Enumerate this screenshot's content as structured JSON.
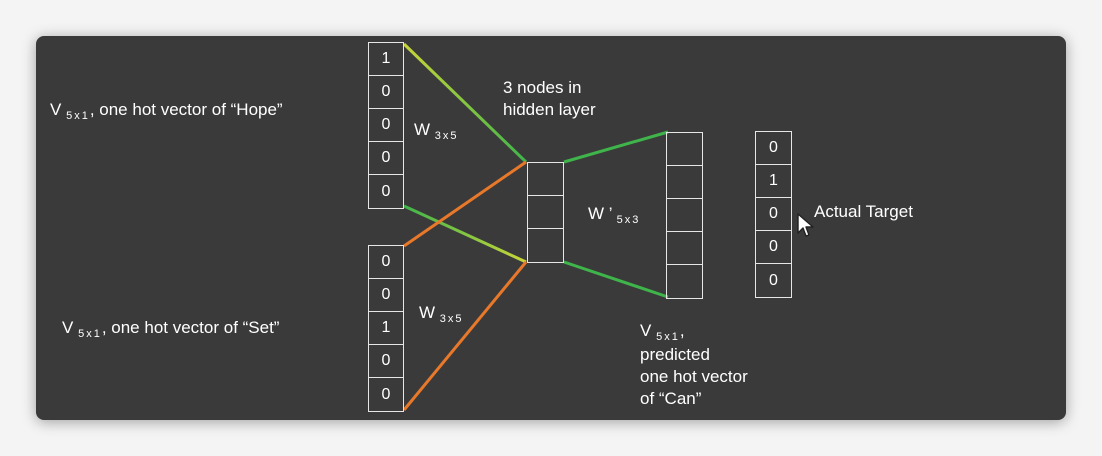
{
  "input_hope": {
    "main": "V",
    "sub": "5x1",
    "rest": ", one hot vector of “Hope”",
    "cells": [
      "1",
      "0",
      "0",
      "0",
      "0"
    ]
  },
  "input_set": {
    "main": "V",
    "sub": "5x1",
    "rest": ", one hot vector of “Set”",
    "cells": [
      "0",
      "0",
      "1",
      "0",
      "0"
    ]
  },
  "weights": {
    "w_top_main": "W",
    "w_top_sub": "3x5",
    "w_bottom_main": "W",
    "w_bottom_sub": "3x5",
    "w_prime_main": "W ’",
    "w_prime_sub": "5x3"
  },
  "hidden": {
    "line1": "3 nodes in",
    "line2": "hidden layer"
  },
  "output": {
    "main": "V",
    "sub": "5x1",
    "rest": ",",
    "line2": "predicted",
    "line3": "one hot vector",
    "line4": "of “Can”"
  },
  "target": {
    "label": "Actual Target",
    "cells": [
      "0",
      "1",
      "0",
      "0",
      "0"
    ]
  },
  "colors": {
    "background": "#3a3a3a",
    "green": "#3fb44a",
    "orange": "#e8782a",
    "yellow_green": "#b7d43a"
  }
}
